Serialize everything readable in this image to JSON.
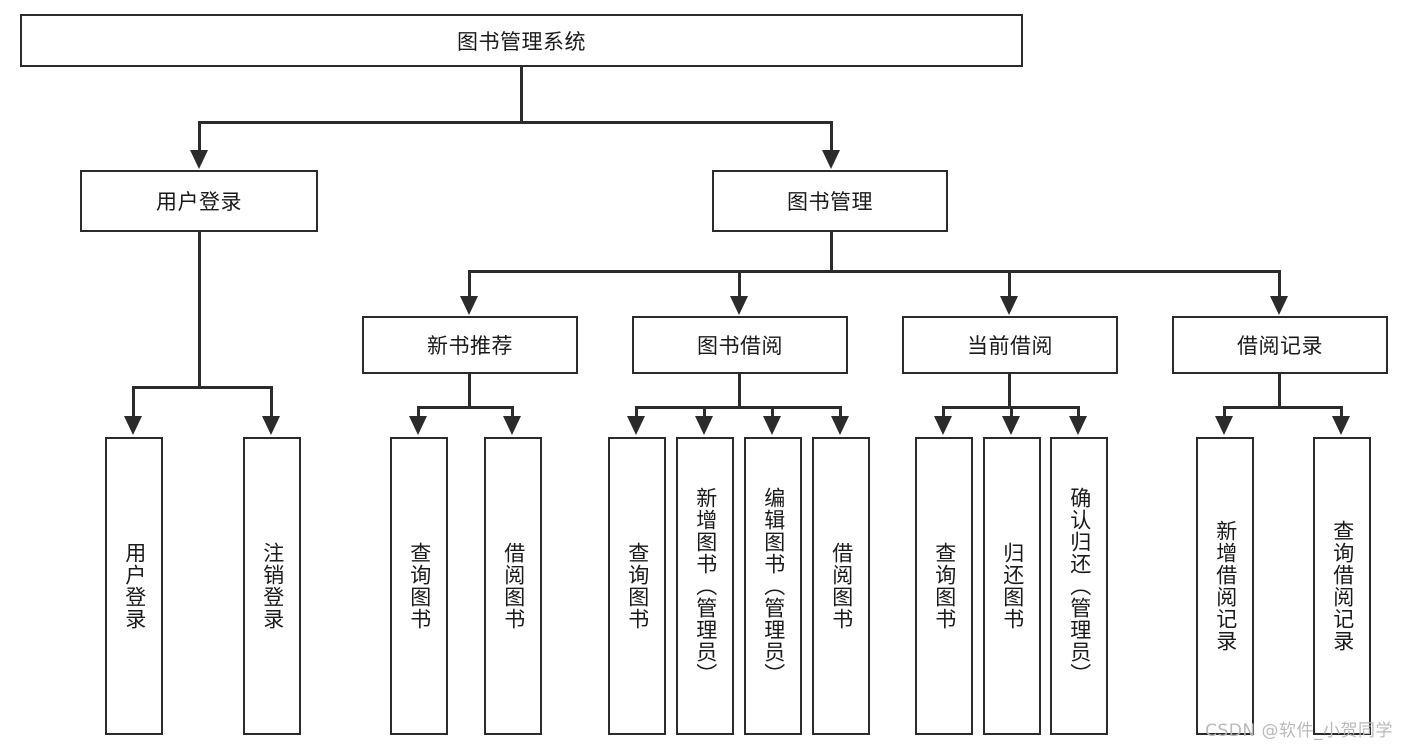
{
  "diagram": {
    "type": "tree-hierarchy-flowchart",
    "root": {
      "label": "图书管理系统"
    },
    "level1": [
      {
        "label": "用户登录"
      },
      {
        "label": "图书管理"
      }
    ],
    "level2": [
      {
        "label": "新书推荐"
      },
      {
        "label": "图书借阅"
      },
      {
        "label": "当前借阅"
      },
      {
        "label": "借阅记录"
      }
    ],
    "leaves": {
      "user_login": [
        {
          "label": "用户登录"
        },
        {
          "label": "注销登录"
        }
      ],
      "new_book_recommend": [
        {
          "label": "查询图书"
        },
        {
          "label": "借阅图书"
        }
      ],
      "book_borrow": [
        {
          "label": "查询图书"
        },
        {
          "label": "新增图书（管理员）"
        },
        {
          "label": "编辑图书（管理员）"
        },
        {
          "label": "借阅图书"
        }
      ],
      "current_borrow": [
        {
          "label": "查询图书"
        },
        {
          "label": "归还图书"
        },
        {
          "label": "确认归还（管理员）"
        }
      ],
      "borrow_record": [
        {
          "label": "新增借阅记录"
        },
        {
          "label": "查询借阅记录"
        }
      ]
    }
  },
  "watermark": {
    "text": "CSDN @软件_小贺同学"
  },
  "colors": {
    "line": "#2b2b2b",
    "box_border": "#2b2b2b",
    "box_fill": "#ffffff",
    "text": "#1a1a1a",
    "watermark": "#b9b9b9"
  }
}
